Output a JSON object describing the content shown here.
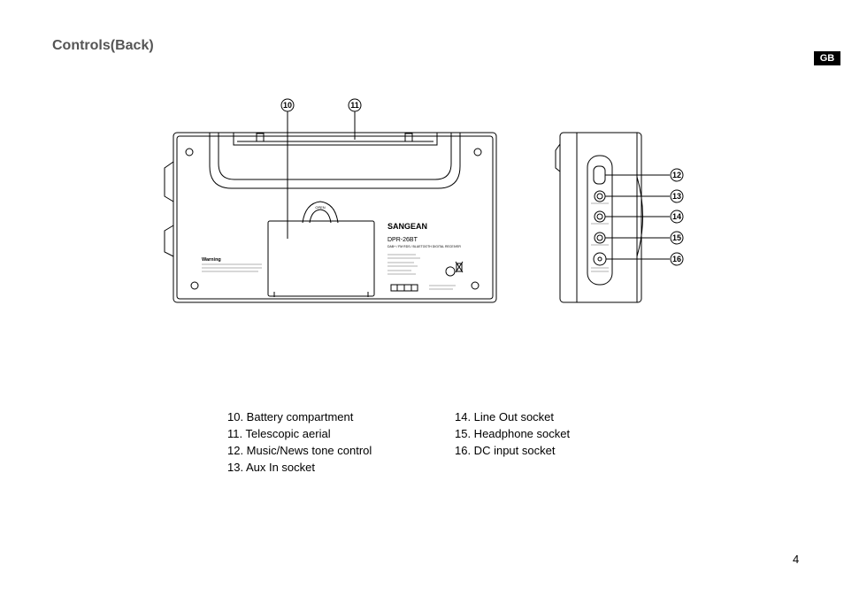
{
  "page": {
    "title": "Controls(Back)",
    "language_badge": "GB",
    "page_number": "4"
  },
  "callouts": {
    "c10": "10",
    "c11": "11",
    "c12": "12",
    "c13": "13",
    "c14": "14",
    "c15": "15",
    "c16": "16"
  },
  "device": {
    "brand": "SANGEAN",
    "model": "DPR-26BT",
    "subtitle": "DAB+ / FM RDS / BLUETOOTH DIGITAL RECEIVER",
    "warning_label": "Warning",
    "open_label": "OPEN"
  },
  "legend": {
    "left": [
      "10. Battery compartment",
      "11. Telescopic aerial",
      "12. Music/News tone control",
      "13. Aux In socket"
    ],
    "right": [
      "14. Line Out socket",
      "15. Headphone socket",
      "16. DC input socket"
    ]
  }
}
